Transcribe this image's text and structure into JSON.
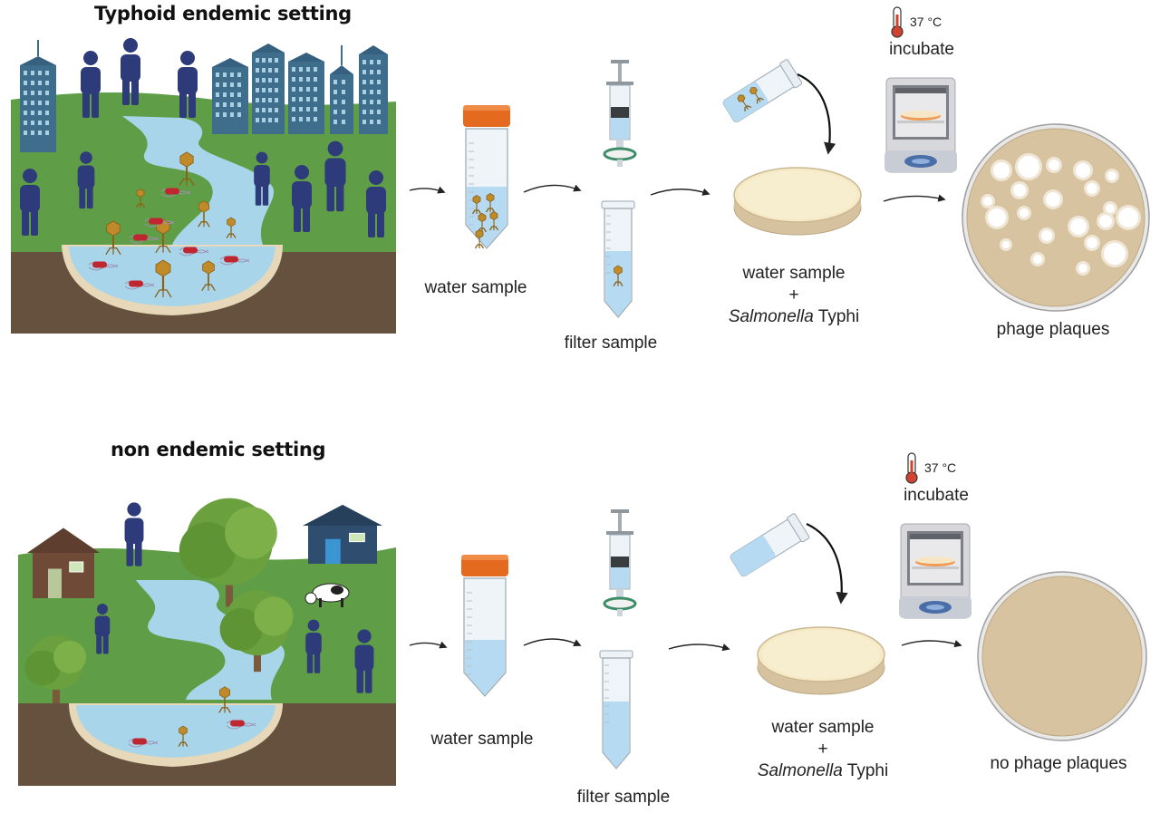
{
  "colors": {
    "sky": "#ffffff",
    "grass": "#5f9e46",
    "soil": "#66513f",
    "river": "#a9d5ea",
    "riverbank": "#e6d8b8",
    "building": "#3f6d8c",
    "person": "#2e3b7a",
    "phage": "#c08a2a",
    "bacteria": "#c0262f",
    "agar": "#f5e9c6",
    "agar_dark": "#d7c29f",
    "tube_cap": "#e36a1f",
    "tube_liquid": "#b6daf1",
    "incubator": "#d8d8dc",
    "tree_green": "#6aa13e",
    "tree_trunk": "#7a5a3a",
    "house_brown": "#6e4a37",
    "house_blue": "#2f4d6e",
    "thermometer": "#d0432f",
    "plaque": "#ffffff"
  },
  "panels": [
    {
      "title": "Typhoid endemic setting",
      "water_sample_label": "water sample",
      "filter_sample_label": "filter sample",
      "combo_line1": "water sample",
      "combo_plus": "+",
      "combo_species_italic": "Salmonella",
      "combo_species_rest": "Typhi",
      "temperature": "37 °C",
      "incubate_label": "incubate",
      "result_label": "phage plaques"
    },
    {
      "title": "non endemic setting",
      "water_sample_label": "water sample",
      "filter_sample_label": "filter sample",
      "combo_line1": "water sample",
      "combo_plus": "+",
      "combo_species_italic": "Salmonella",
      "combo_species_rest": "Typhi",
      "temperature": "37 °C",
      "incubate_label": "incubate",
      "result_label": "no phage plaques"
    }
  ],
  "icons": [
    "building-icon",
    "person-icon",
    "phage-icon",
    "bacteria-icon",
    "tube-icon",
    "syringe-icon",
    "filter-icon",
    "petri-dish-icon",
    "incubator-icon",
    "thermometer-icon",
    "tree-icon",
    "house-icon",
    "cow-icon"
  ]
}
